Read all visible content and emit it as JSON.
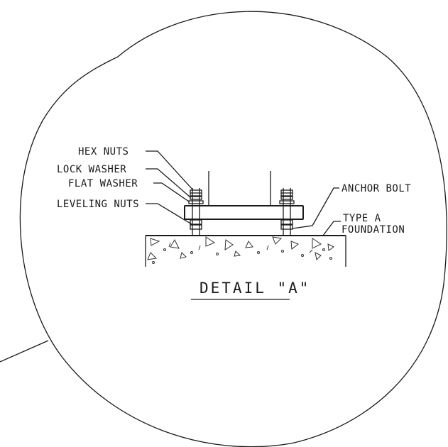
{
  "labels": {
    "hex_nuts": "HEX NUTS",
    "lock_washer": "LOCK WASHER",
    "flat_washer": "FLAT WASHER",
    "leveling_nuts": "LEVELING NUTS",
    "anchor_bolt": "ANCHOR BOLT",
    "type_a": "TYPE A",
    "foundation": "FOUNDATION"
  },
  "title": "DETAIL \"A\"",
  "colors": {
    "ink": "#1a1a1a",
    "background": "#ffffff"
  }
}
